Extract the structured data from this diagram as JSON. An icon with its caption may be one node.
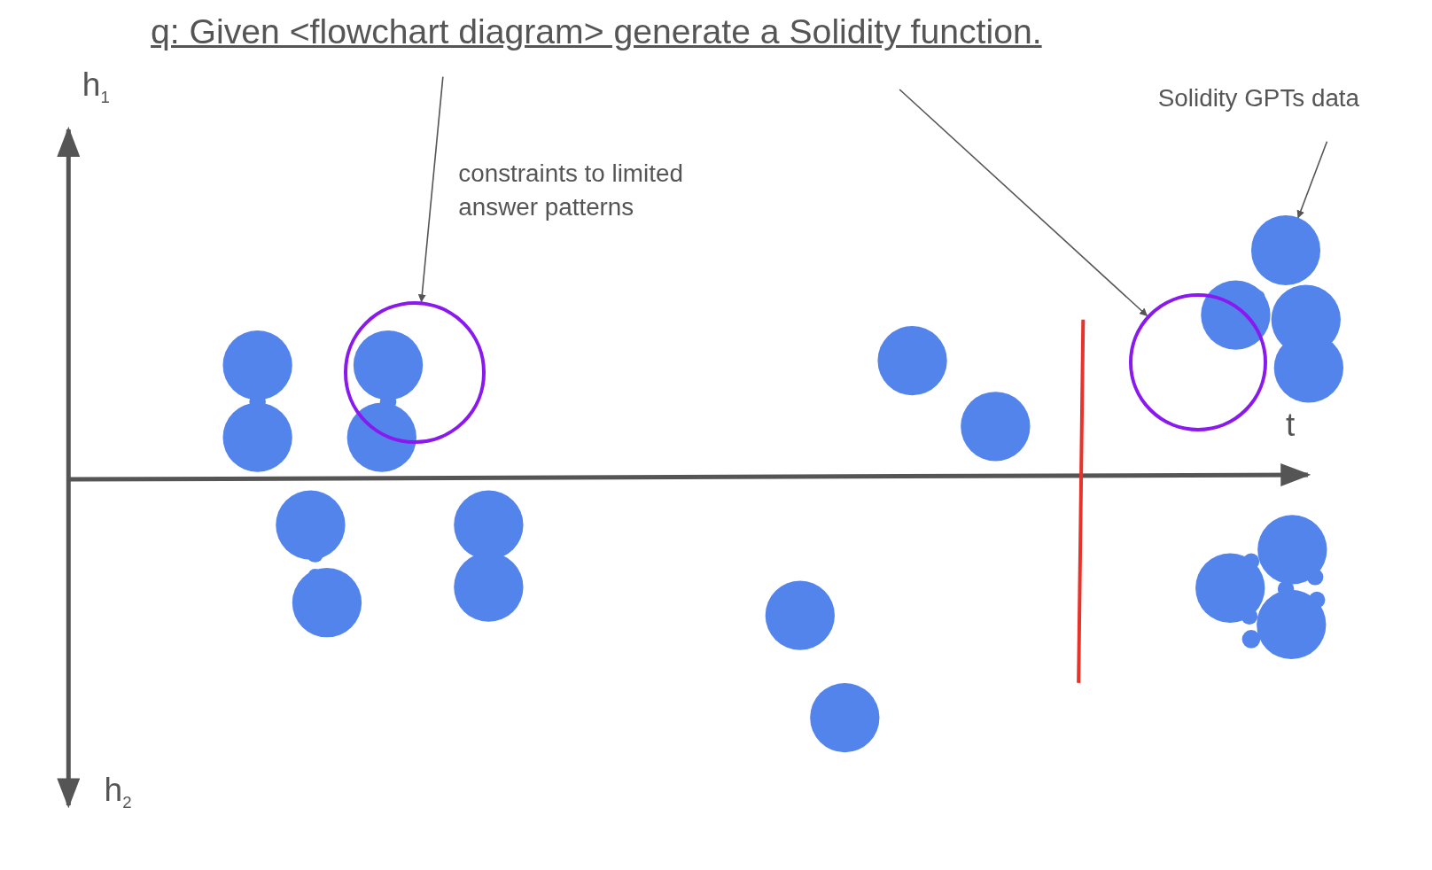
{
  "diagram": {
    "nodes": [
      {
        "text": [
          "q: Given <flowchart diagram> generate a Solidity function."
        ]
      },
      {
        "text": [
          "Solidity GPTs data"
        ]
      },
      {
        "text": [],
        "shape": "circle"
      },
      {
        "text": [],
        "shape": "circle"
      },
      {
        "text": [],
        "shape": "circle"
      }
    ],
    "edges": [
      {
        "from": 0,
        "to": 2,
        "arrow": "to"
      },
      {
        "from": 0,
        "to": 3,
        "arrow": "to"
      },
      {
        "from": 1,
        "to": 4,
        "arrow": "to"
      }
    ],
    "labels": [
      "h$_{1}$",
      "constraints to limited answer patterns",
      "t",
      "h$_{2}$"
    ]
  }
}
